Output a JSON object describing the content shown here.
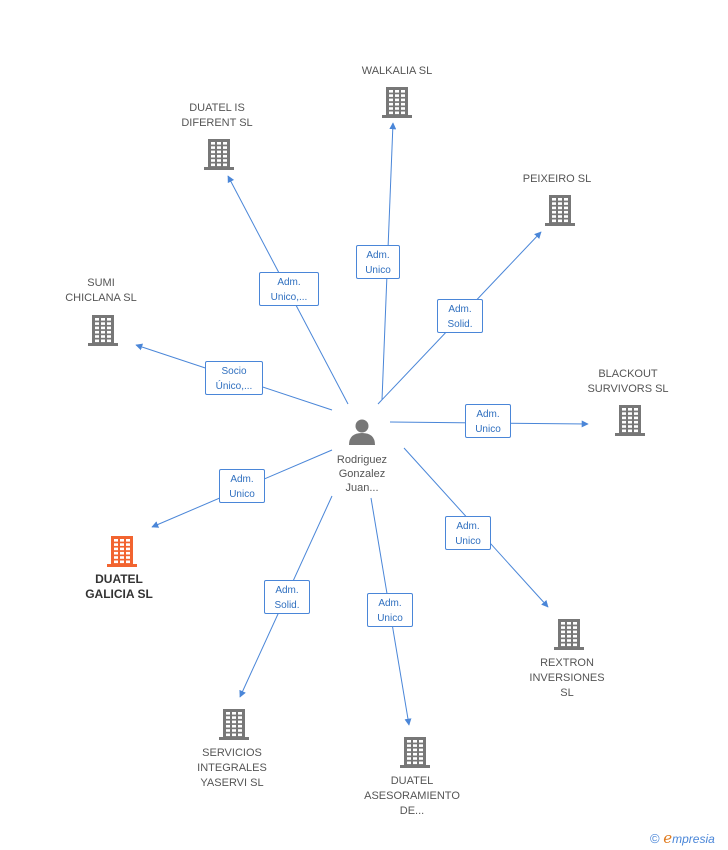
{
  "person": {
    "label": "Rodriguez\nGonzalez\nJuan..."
  },
  "companies": [
    {
      "id": "walkalia",
      "label": "WALKALIA SL"
    },
    {
      "id": "duatel_is",
      "label": "DUATEL IS\nDIFERENT  SL"
    },
    {
      "id": "peixeiro",
      "label": "PEIXEIRO SL"
    },
    {
      "id": "sumi",
      "label": "SUMI\nCHICLANA SL"
    },
    {
      "id": "blackout",
      "label": "BLACKOUT\nSURVIVORS SL"
    },
    {
      "id": "duatel_galicia",
      "label": "DUATEL\nGALICIA SL",
      "highlight": true
    },
    {
      "id": "rextron",
      "label": "REXTRON\nINVERSIONES\nSL"
    },
    {
      "id": "yaservi",
      "label": "SERVICIOS\nINTEGRALES\nYASERVI  SL"
    },
    {
      "id": "duatel_aseso",
      "label": "DUATEL\nASESORAMIENTO\nDE..."
    }
  ],
  "roles": [
    {
      "target": "walkalia",
      "label": "Adm.\nUnico"
    },
    {
      "target": "duatel_is",
      "label": "Adm.\nUnico,..."
    },
    {
      "target": "peixeiro",
      "label": "Adm.\nSolid."
    },
    {
      "target": "sumi",
      "label": "Socio\nÚnico,..."
    },
    {
      "target": "blackout",
      "label": "Adm.\nUnico"
    },
    {
      "target": "duatel_galicia",
      "label": "Adm.\nUnico"
    },
    {
      "target": "rextron",
      "label": "Adm.\nUnico"
    },
    {
      "target": "yaservi",
      "label": "Adm.\nSolid."
    },
    {
      "target": "duatel_aseso",
      "label": "Adm.\nUnico"
    }
  ],
  "footer": {
    "copyright": "©",
    "brand_initial": "e",
    "brand_rest": "mpresia"
  },
  "colors": {
    "edge": "#4a86d8",
    "building": "#777777",
    "highlight": "#f26430",
    "person": "#777777"
  },
  "icons": {
    "company": "building-icon",
    "person": "person-icon"
  }
}
